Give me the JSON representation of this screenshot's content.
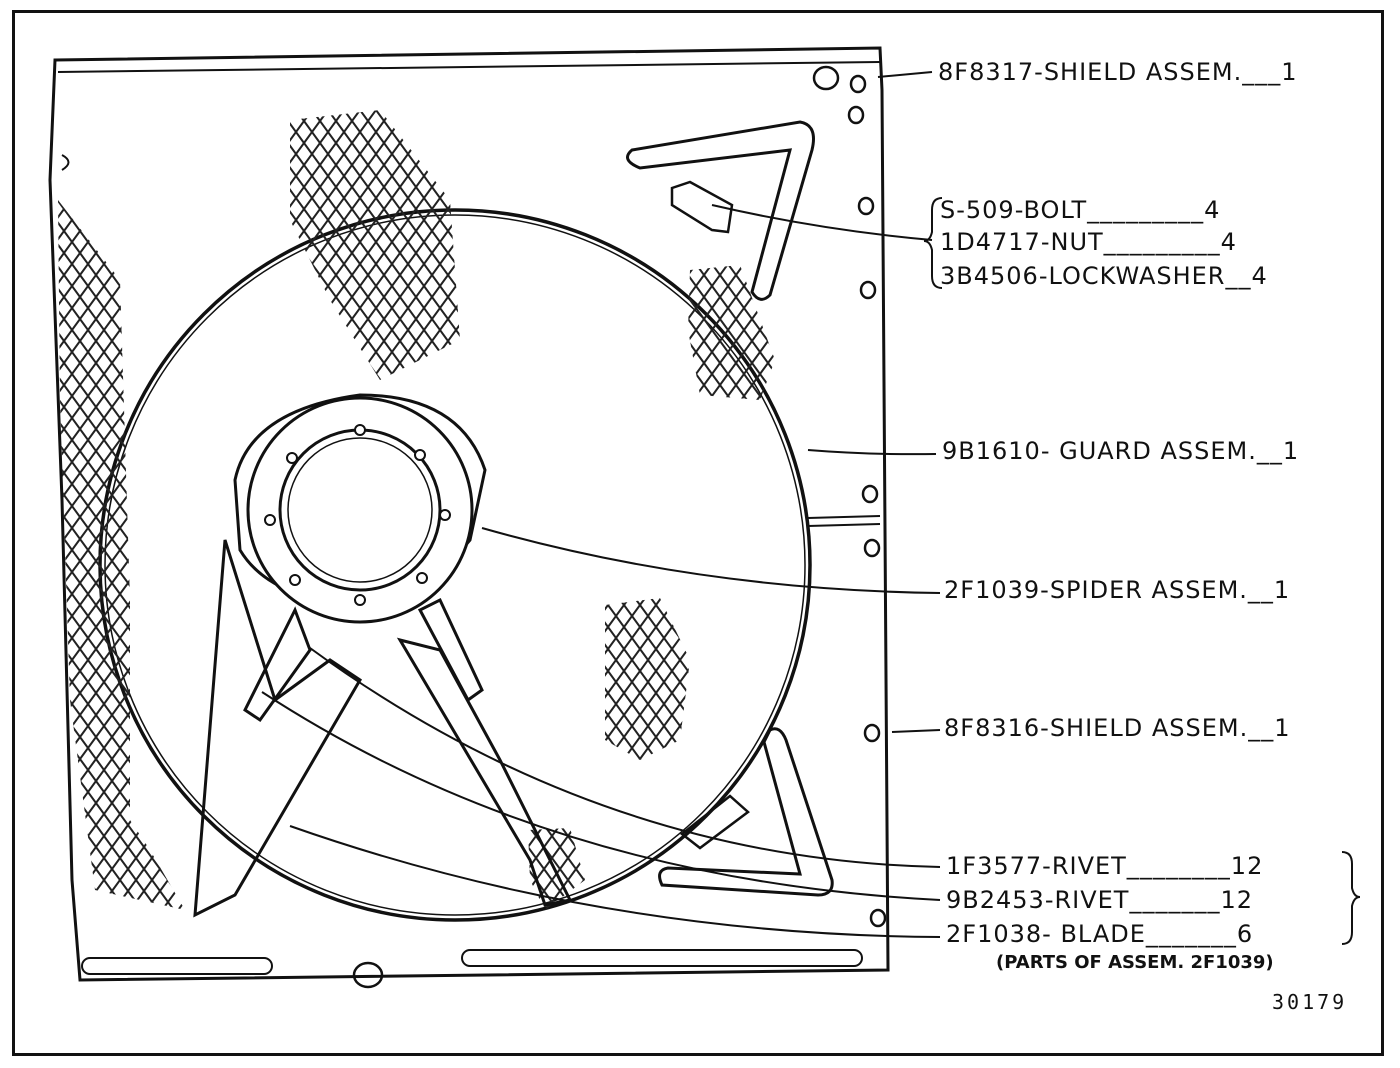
{
  "callouts": {
    "shield_upper": "8F8317-SHIELD ASSEM.___1",
    "bolt": "S-509-BOLT_________4",
    "nut": "1D4717-NUT_________4",
    "lockwasher": "3B4506-LOCKWASHER__4",
    "guard": "9B1610- GUARD ASSEM.__1",
    "spider": "2F1039-SPIDER ASSEM.__1",
    "shield_lower": "8F8316-SHIELD ASSEM.__1",
    "rivet_a": "1F3577-RIVET________12",
    "rivet_b": "9B2453-RIVET_______12",
    "blade": "2F1038- BLADE_______6"
  },
  "note": "(PARTS OF ASSEM. 2F1039)",
  "figure_number": "30179"
}
